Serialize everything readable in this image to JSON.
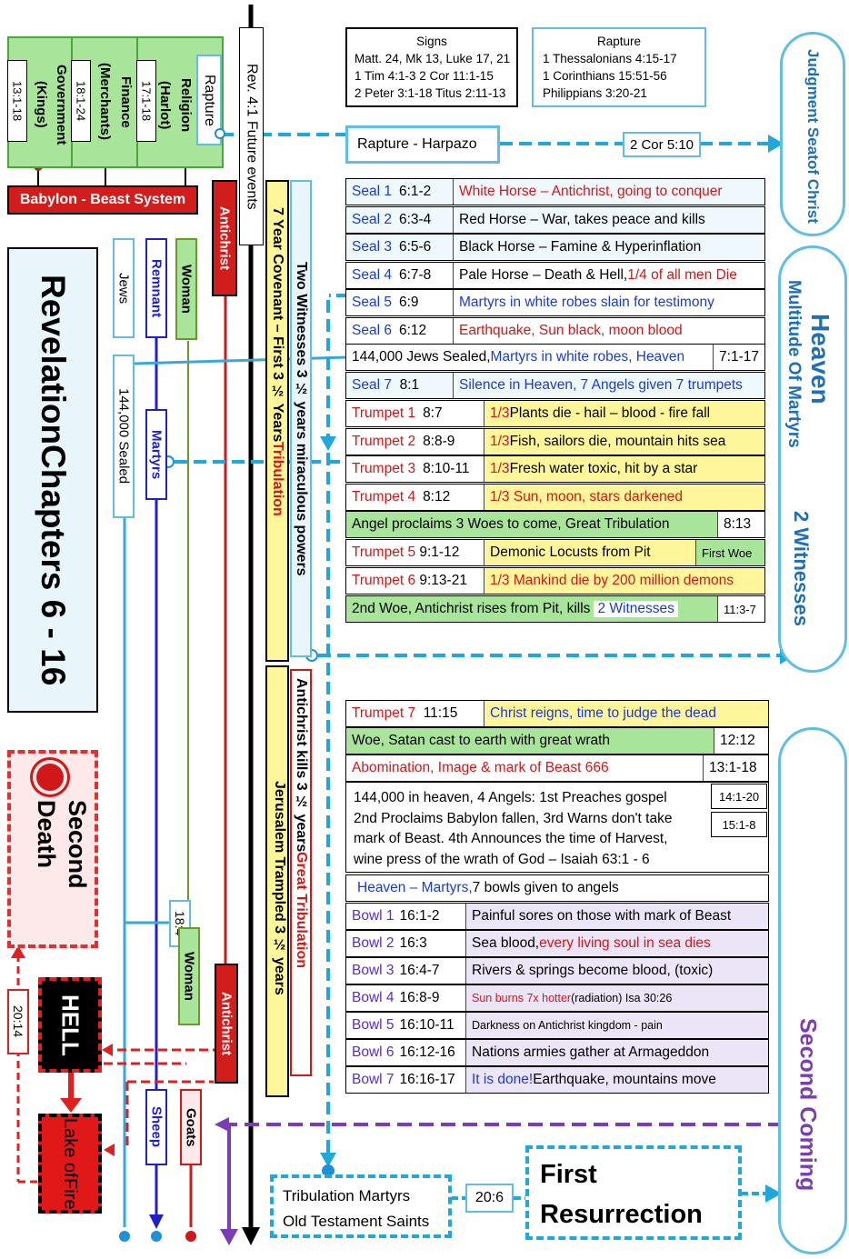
{
  "left_groups": {
    "rapture": "Rapture",
    "religion": [
      "Religion",
      "(Harlot)"
    ],
    "religion_ref": "17:1-18",
    "finance": [
      "Finance",
      "(Merchants)"
    ],
    "finance_ref": "18:1-24",
    "government": [
      "Government",
      "(Kings)"
    ],
    "government_ref": "13:1-18",
    "babylon": "Babylon - Beast System"
  },
  "timeline_label": "Rev. 4:1 Future events",
  "title": [
    "Revelation",
    "Chapters 6 - 16"
  ],
  "columns": {
    "jews": "Jews",
    "sealed": "144,000 Sealed",
    "remnant": "Remnant",
    "martyrs": "Martyrs",
    "woman_top": "Woman",
    "woman_bottom": "Woman",
    "antichrist_top": "Antichrist",
    "antichrist_bottom": "Antichrist",
    "ref_18_4": "18:4",
    "sheep": "Sheep",
    "goats": "Goats"
  },
  "period_bars": {
    "covenant_pre": "7 Year Covenant – First 3 ½ Years ",
    "covenant_red": "Tribulation",
    "witnesses": "Two Witnesses 3 ½ years miraculous powers",
    "jerusalem": "Jerusalem Trampled 3 ½ years",
    "antichrist_pre": "Antichrist kills 3 ½ years ",
    "antichrist_red": "Great Tribulation"
  },
  "second_death": [
    "Second",
    "Death"
  ],
  "hell": "HELL",
  "lake_of_fire": [
    "Lake of",
    "Fire"
  ],
  "ref_20_14": "20:14",
  "signs": {
    "title": "Signs",
    "lines": [
      "Matt. 24, Mk 13, Luke 17, 21",
      "1 Tim 4:1-3    2 Cor 11:1-15",
      "2 Peter 3:1-18  Titus 2:11-13"
    ]
  },
  "rapture_refs": {
    "title": "Rapture",
    "lines": [
      "1 Thessalonians 4:15-17",
      "1 Corinthians 15:51-56",
      "Philippians 3:20-21"
    ]
  },
  "harpazo": "Rapture - Harpazo",
  "ref_2cor": "2 Cor 5:10",
  "clouds": {
    "judgment": [
      "Judgment Seat",
      "of Christ"
    ],
    "heaven": "Heaven",
    "multitude": "Multitude Of Martyrs",
    "two_witnesses": "2 Witnesses",
    "second_coming": "Second Coming"
  },
  "seals": [
    {
      "label": "Seal 1",
      "ref": "6:1-2",
      "text": "White Horse – Antichrist, going to conquer"
    },
    {
      "label": "Seal 2",
      "ref": "6:3-4",
      "text": "Red Horse – War, takes peace and kills"
    },
    {
      "label": "Seal 3",
      "ref": "6:5-6",
      "text": "Black Horse – Famine & Hyperinflation"
    },
    {
      "label": "Seal 4",
      "ref": "6:7-8",
      "text": "Pale Horse – Death & Hell, ",
      "text_red": "1/4 of all men Die"
    },
    {
      "label": "Seal 5",
      "ref": "6:9",
      "text": "Martyrs in white robes slain for testimony"
    },
    {
      "label": "Seal 6",
      "ref": "6:12",
      "text": "Earthquake, Sun black, moon blood"
    }
  ],
  "sealed_row": {
    "pre": "144,000 Jews Sealed, ",
    "blue": "Martyrs in white robes, Heaven",
    "ref": "7:1-17"
  },
  "seal7": {
    "label": "Seal 7",
    "ref": "8:1",
    "text": "Silence in Heaven, 7 Angels given 7 trumpets"
  },
  "trumpets": [
    {
      "label": "Trumpet 1",
      "ref": "8:7",
      "red": "1/3",
      "text": " Plants die - hail – blood - fire fall"
    },
    {
      "label": "Trumpet 2",
      "ref": "8:8-9",
      "red": "1/3",
      "text": " Fish, sailors die, mountain hits sea"
    },
    {
      "label": "Trumpet 3",
      "ref": "8:10-11",
      "red": "1/3",
      "text": " Fresh water toxic, hit by a star"
    },
    {
      "label": "Trumpet 4",
      "ref": "8:12",
      "red": "1/3 Sun, moon, stars darkened",
      "text": ""
    }
  ],
  "angel_row": {
    "text": "Angel proclaims  3 Woes to come, Great Tribulation",
    "ref": "8:13"
  },
  "trumpet5": {
    "label": "Trumpet 5",
    "ref": "9:1-12",
    "text": "Demonic Locusts from Pit",
    "woe": "First  Woe"
  },
  "trumpet6": {
    "label": "Trumpet 6",
    "ref": "9:13-21",
    "text": "1/3 Mankind die by 200 million demons"
  },
  "woe2": {
    "text": "2nd Woe, Antichrist rises from Pit,  kills ",
    "blue": "2 Witnesses",
    "ref": "11:3-7"
  },
  "trumpet7": {
    "label": "Trumpet 7",
    "ref": "11:15",
    "text": "Christ reigns, time to judge the dead"
  },
  "satan_row": {
    "text": "Woe, Satan cast to earth with great wrath",
    "ref": "12:12"
  },
  "mark_row": {
    "text": "Abomination, Image & mark of Beast 666",
    "ref": "13:1-18"
  },
  "angels_block": {
    "lines": [
      "144,000 in heaven, 4 Angels: 1st Preaches gospel",
      "2nd Proclaims Babylon fallen, 3rd Warns don't take",
      "mark of Beast. 4th Announces the time of Harvest,",
      "wine press of the wrath of God – Isaiah 63:1 - 6"
    ],
    "ref1": "14:1-20",
    "ref2": "15:1-8"
  },
  "heaven_bowls": {
    "blue": "Heaven – Martyrs,",
    "text": " 7 bowls given to angels"
  },
  "bowls": [
    {
      "label": "Bowl 1",
      "ref": "16:1-2",
      "text": "Painful sores on those with mark of Beast"
    },
    {
      "label": "Bowl 2",
      "ref": "16:3",
      "text": "Sea blood, ",
      "text_red": "every living soul in sea dies"
    },
    {
      "label": "Bowl 3",
      "ref": "16:4-7",
      "text": "Rivers & springs become blood, (toxic)"
    },
    {
      "label": "Bowl 4",
      "ref": "16:8-9",
      "text_red": "Sun burns 7x hotter",
      "text": " (radiation) Isa 30:26"
    },
    {
      "label": "Bowl 5",
      "ref": "16:10-11",
      "text": "Darkness on Antichrist kingdom - pain"
    },
    {
      "label": "Bowl 6",
      "ref": "16:12-16",
      "text": "Nations armies gather at Armageddon"
    },
    {
      "label": "Bowl 7",
      "ref": "16:16-17",
      "text_blue": "It is done!",
      "text": " Earthquake, mountains move"
    }
  ],
  "bottom": {
    "martyrs_saints": [
      "Tribulation Martyrs",
      "Old Testament Saints"
    ],
    "ref_20_6": "20:6",
    "first_resurrection": [
      "First",
      "Resurrection"
    ]
  },
  "colors": {
    "green": "#a8e49a",
    "yellow": "#fff59a",
    "light_blue_row": "#eef8fd",
    "lavender": "#ece4f7",
    "cyan_dash": "#20a7dc",
    "red": "#e02020",
    "purple": "#7b3cb6",
    "blue_text": "#1a3ccc"
  }
}
